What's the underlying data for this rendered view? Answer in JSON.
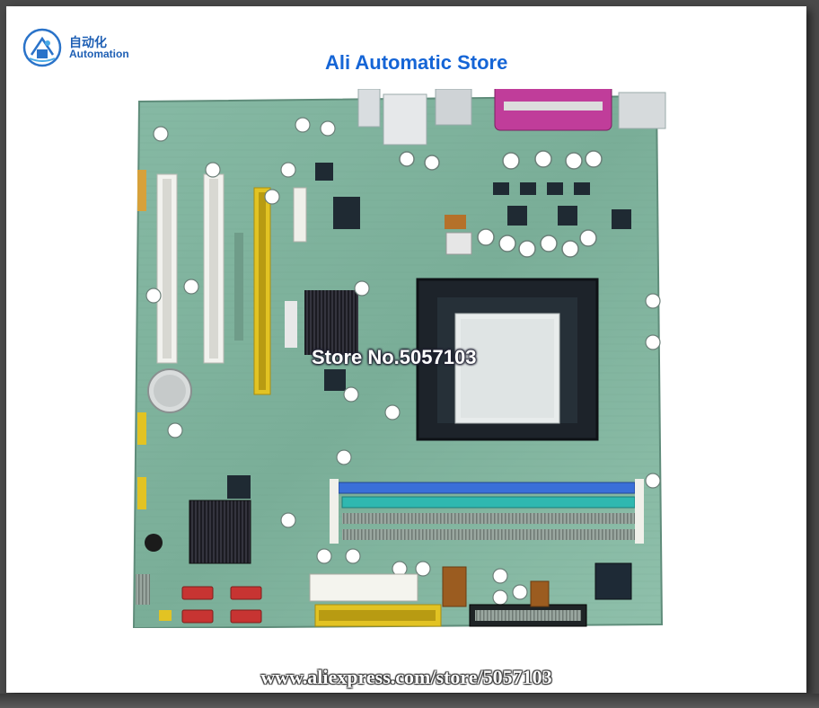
{
  "brand": {
    "name_cn": "自动化",
    "name_en": "Automation"
  },
  "store": {
    "title": "Ali Automatic Store",
    "watermark": "Store No.5057103",
    "url": "www.aliexpress.com/store/5057103"
  },
  "image": {
    "subject": "motherboard-photo"
  },
  "colors": {
    "title_blue": "#1565d6",
    "pcb_green": "#7fb3a0",
    "pci_white": "#f2f2ee",
    "agp_yellow": "#e2c323",
    "ram_blue": "#3a6fd8",
    "ram_cyan": "#2fb8b0",
    "port_magenta": "#c03d9a"
  }
}
